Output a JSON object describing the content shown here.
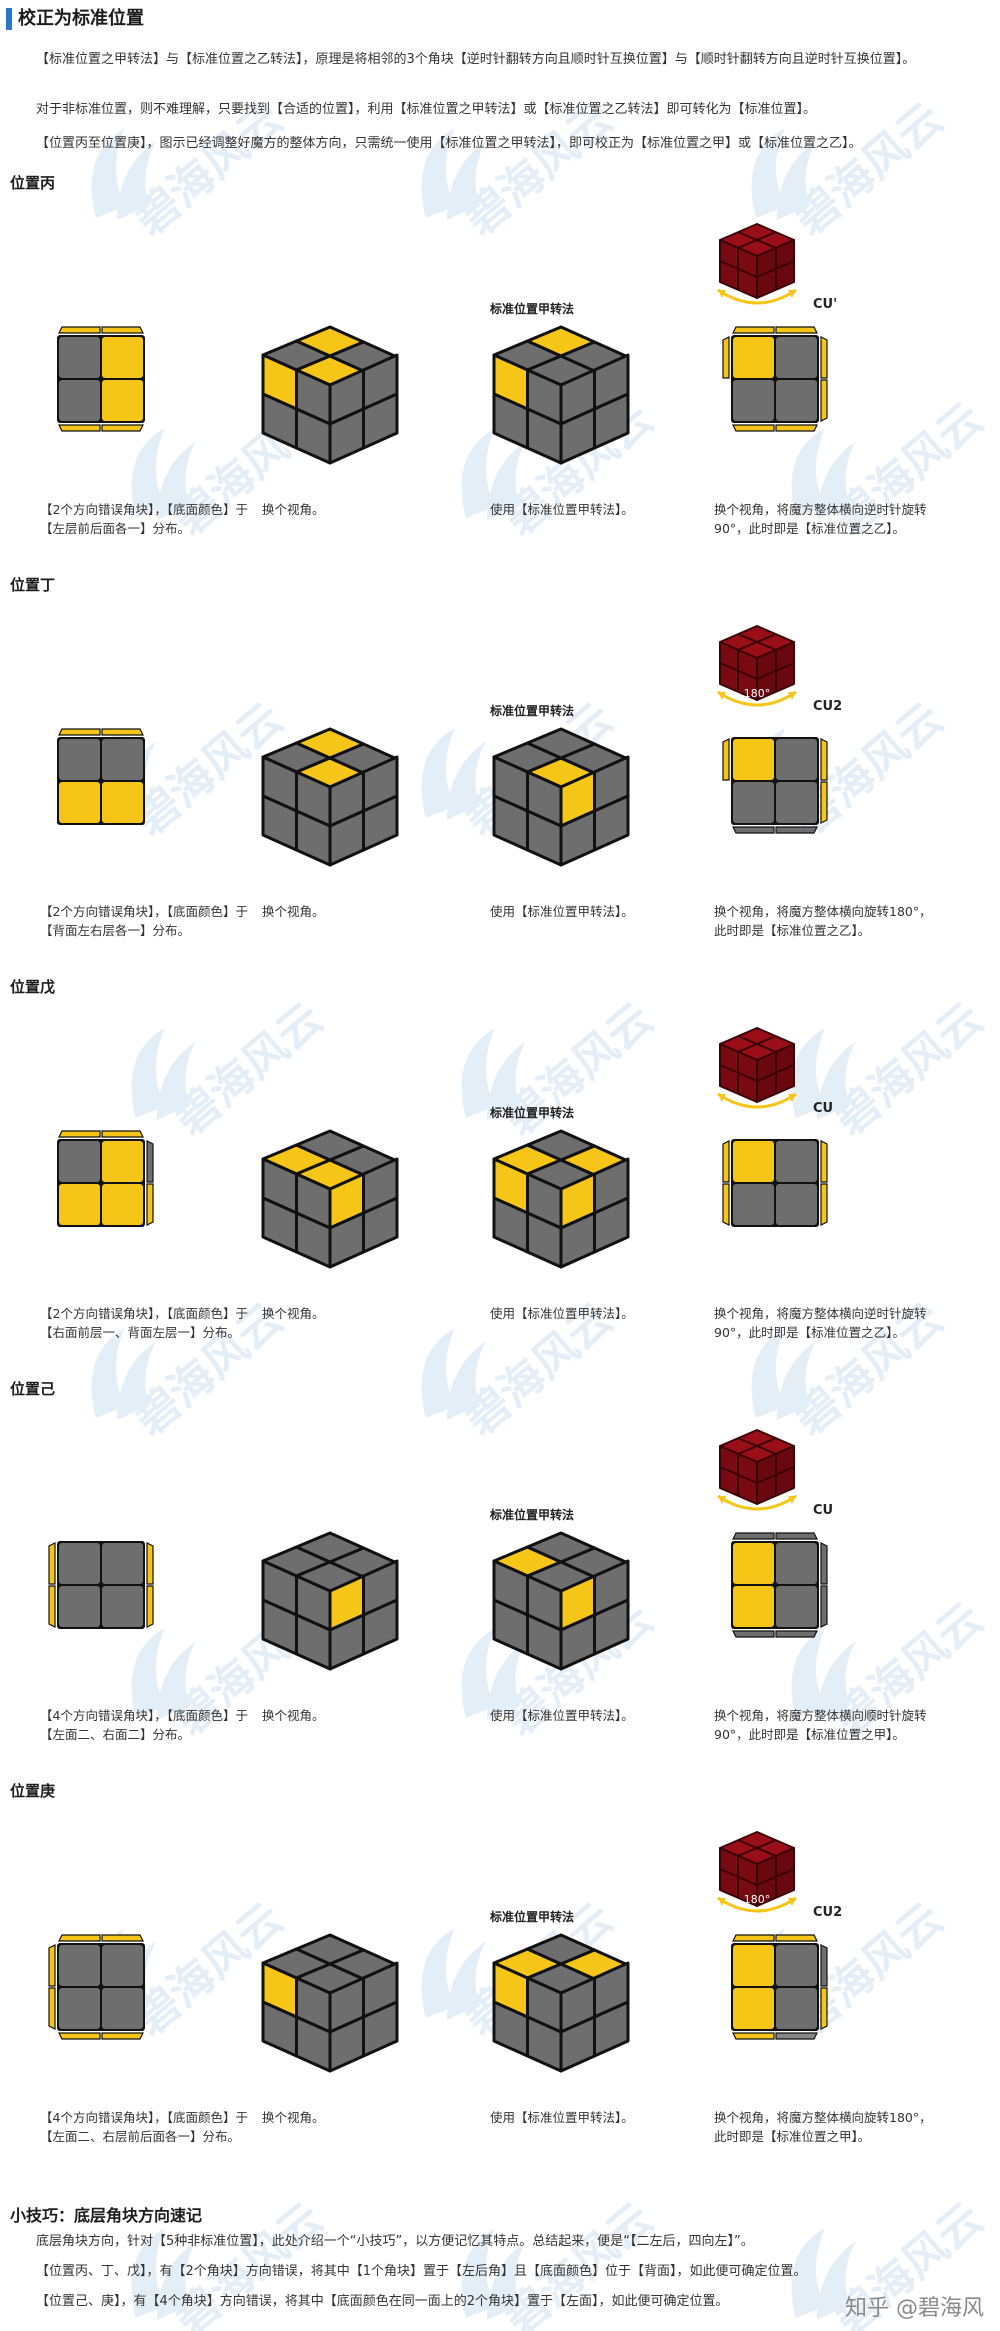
{
  "header": {
    "title": "校正为标准位置"
  },
  "intro": [
    "【标准位置之甲转法】与【标准位置之乙转法】，原理是将相邻的3个角块【逆时针翻转方向且顺时针互换位置】与【顺时针翻转方向且逆时针互换位置】。",
    "对于非标准位置，则不难理解，只要找到【合适的位置】，利用【标准位置之甲转法】或【标准位置之乙转法】即可转化为【标准位置】。",
    "【位置丙至位置庚】，图示已经调整好魔方的整体方向，只需统一使用【标准位置之甲转法】，即可校正为【标准位置之甲】或【标准位置之乙】。"
  ],
  "method_label": "标准位置甲转法",
  "view_change": "换个视角。",
  "use_method": "使用【标准位置甲转法】。",
  "sections": [
    {
      "title": "位置丙",
      "caption": "【2个方向错误角块】，【底面颜色】于【左层前后面各一】分布。",
      "move": "CU'",
      "rot": "",
      "result": "换个视角，将魔方整体横向逆时针旋转90°，此时即是【标准位置之乙】。"
    },
    {
      "title": "位置丁",
      "caption": "【2个方向错误角块】，【底面颜色】于【背面左右层各一】分布。",
      "move": "CU2",
      "rot": "180°",
      "result": "换个视角，将魔方整体横向旋转180°，此时即是【标准位置之乙】。"
    },
    {
      "title": "位置戊",
      "caption": "【2个方向错误角块】，【底面颜色】于【右面前层一、背面左层一】分布。",
      "move": "CU",
      "rot": "",
      "result": "换个视角，将魔方整体横向逆时针旋转90°，此时即是【标准位置之乙】。"
    },
    {
      "title": "位置己",
      "caption": "【4个方向错误角块】，【底面颜色】于【左面二、右面二】分布。",
      "move": "CU",
      "rot": "",
      "result": "换个视角，将魔方整体横向顺时针旋转90°，此时即是【标准位置之甲】。"
    },
    {
      "title": "位置庚",
      "caption": "【4个方向错误角块】，【底面颜色】于【左面二、右层前后面各一】分布。",
      "move": "CU2",
      "rot": "180°",
      "result": "换个视角，将魔方整体横向旋转180°，此时即是【标准位置之甲】。"
    }
  ],
  "tip": {
    "title": "小技巧：底层角块方向速记",
    "lines": [
      "底层角块方向，针对【5种非标准位置】，此处介绍一个“小技巧”，以方便记忆其特点。总结起来，便是“【二左后，四向左】”。",
      "【位置丙、丁、戊】，有【2个角块】方向错误，将其中【1个角块】置于【左后角】且【底面颜色】位于【背面】，如此便可确定位置。",
      "【位置己、庚】，有【4个角块】方向错误，将其中【底面颜色在同一面上的2个角块】置于【左面】，如此便可确定位置。"
    ]
  },
  "watermark": {
    "text": "碧海风云"
  },
  "credit": "知乎 @碧海风",
  "colors": {
    "yellow": "#f5c518",
    "gray": "#6e6e6e",
    "red": "#8b0a12",
    "accent": "#2878d0"
  }
}
